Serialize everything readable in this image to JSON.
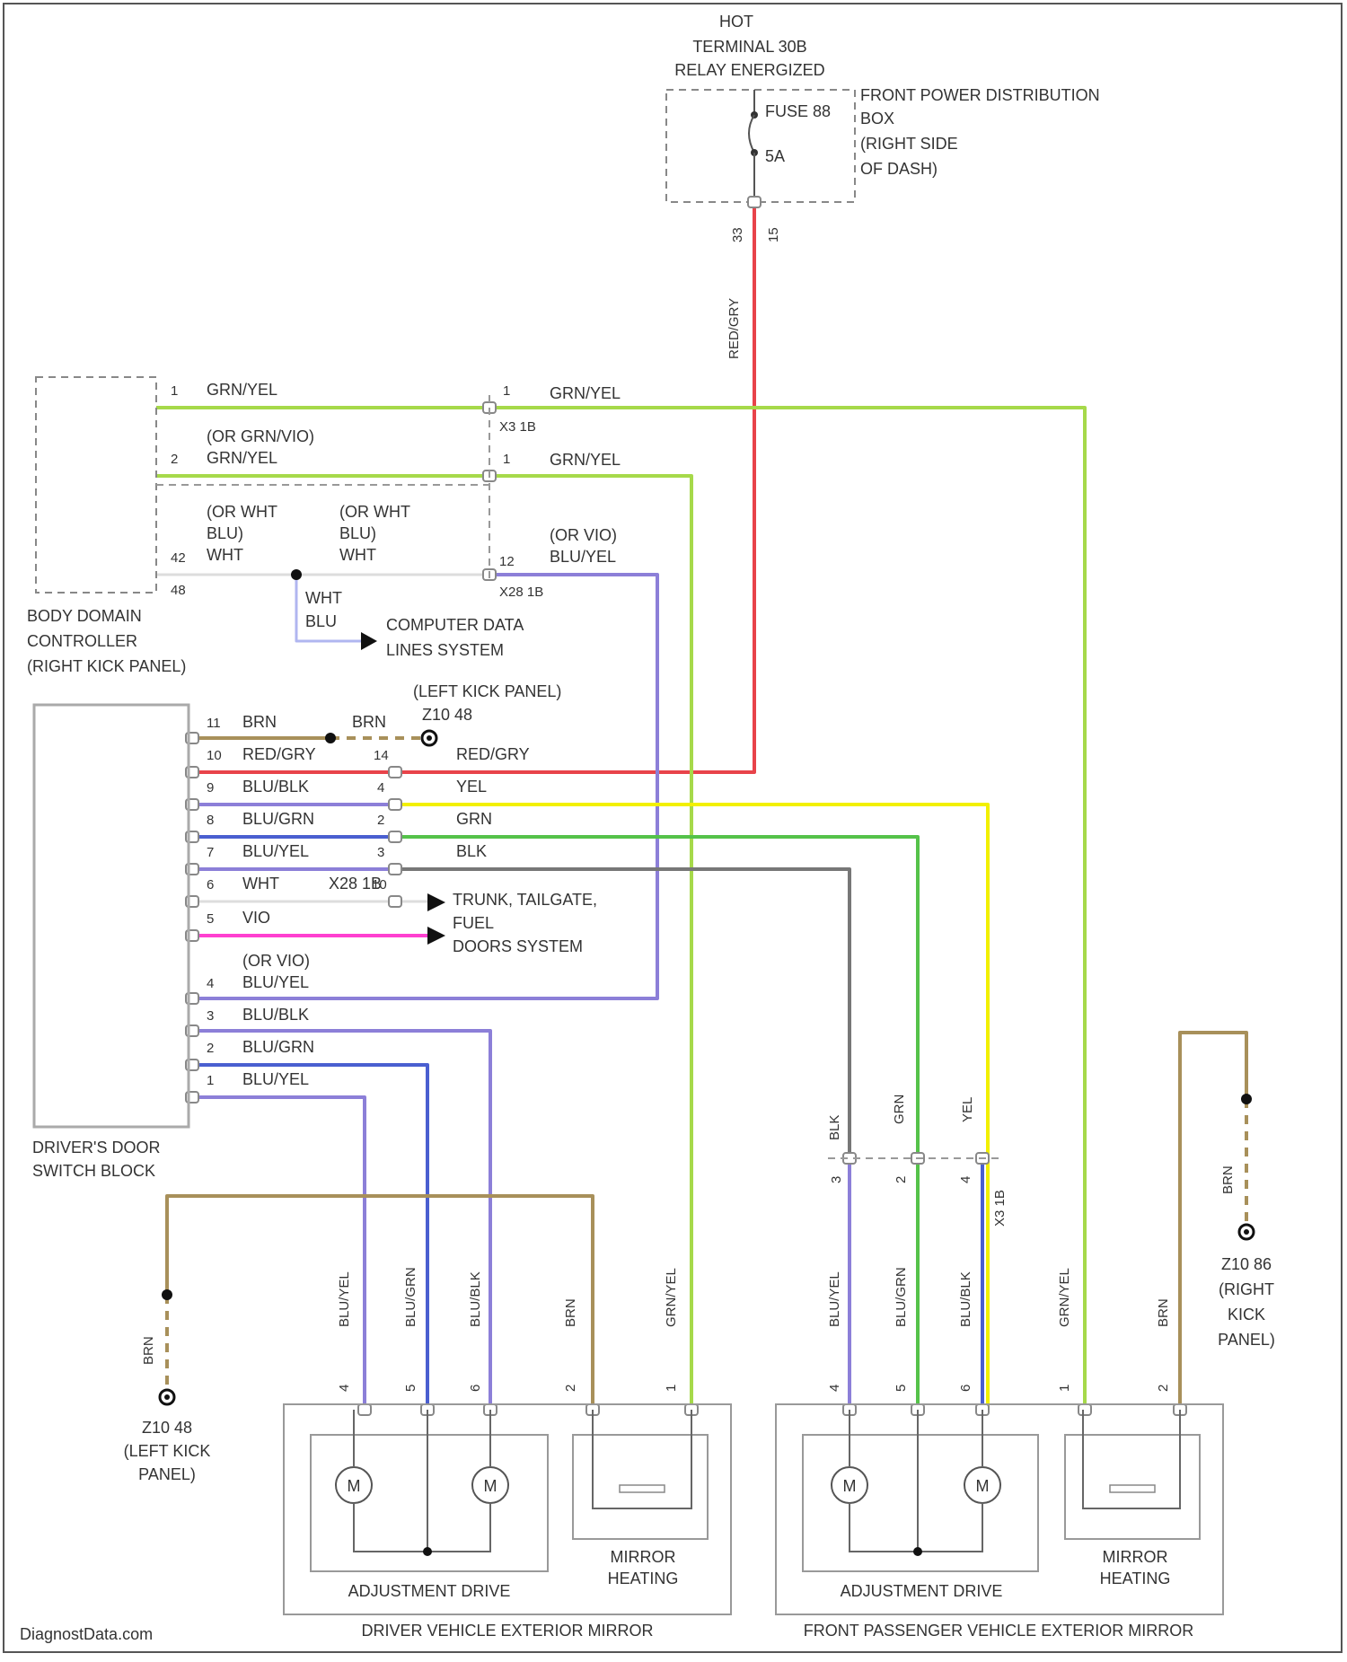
{
  "colors": {
    "red": "#e8434a",
    "gryel": "#a6d94a",
    "violet": "#8c7fd8",
    "blue": "#4a5fd0",
    "yellow": "#f2f000",
    "grn": "#55c24a",
    "gray": "#777777",
    "pink": "#ff40d0",
    "brown": "#a8905a",
    "whtblu": "#b0b6f0"
  },
  "power": {
    "hot": "HOT",
    "terminal": "TERMINAL 30B",
    "relay": "RELAY ENERGIZED",
    "fuse": "FUSE 88",
    "fuse_amp": "5A",
    "box_l1": "FRONT POWER DISTRIBUTION",
    "box_l2": "BOX",
    "box_l3": "(RIGHT SIDE",
    "box_l4": "OF DASH)",
    "pin_a": "33",
    "pin_b": "15",
    "wire_down": "RED/GRY"
  },
  "bdc": {
    "l1": "BODY DOMAIN",
    "l2": "CONTROLLER",
    "l3": "(RIGHT KICK PANEL)",
    "pins": {
      "p1": "1",
      "p2": "2",
      "p42": "42",
      "p48": "48"
    },
    "w1": "GRN/YEL",
    "w2a": "(OR GRN/VIO)",
    "w2b": "GRN/YEL",
    "w42a": "(OR WHT",
    "w42b": "BLU)",
    "w42c": "WHT",
    "w42d": "(OR WHT",
    "w42e": "BLU)",
    "w42f": "WHT",
    "c1_pin": "1",
    "c1": "X3 1B",
    "c1_wire": "GRN/YEL",
    "c2_pin": "1",
    "c2_wire": "GRN/YEL",
    "c3_pin": "12",
    "c3": "X28 1B",
    "c3_wa": "(OR VIO)",
    "c3_wb": "BLU/YEL",
    "data_a": "WHT",
    "data_b": "BLU",
    "data_l1": "COMPUTER DATA",
    "data_l2": "LINES SYSTEM"
  },
  "dsb": {
    "l1": "DRIVER'S DOOR",
    "l2": "SWITCH BLOCK",
    "rows": [
      {
        "pin": "11",
        "wire": "BRN"
      },
      {
        "pin": "10",
        "wire": "RED/GRY"
      },
      {
        "pin": "9",
        "wire": "BLU/BLK"
      },
      {
        "pin": "8",
        "wire": "BLU/GRN"
      },
      {
        "pin": "7",
        "wire": "BLU/YEL"
      },
      {
        "pin": "6",
        "wire": "WHT"
      },
      {
        "pin": "5",
        "wire": "VIO"
      },
      {
        "pin": "4",
        "wire": "BLU/YEL",
        "alt": "(OR VIO)"
      },
      {
        "pin": "3",
        "wire": "BLU/BLK"
      },
      {
        "pin": "2",
        "wire": "BLU/GRN"
      },
      {
        "pin": "1",
        "wire": "BLU/YEL"
      }
    ],
    "brn2": "BRN",
    "ground_l1": "(LEFT KICK PANEL)",
    "ground_l2": "Z10 48",
    "conn_pins": [
      "14",
      "4",
      "2",
      "3",
      "10"
    ],
    "conn_wires": [
      "RED/GRY",
      "YEL",
      "GRN",
      "BLK"
    ],
    "conn_name": "X28 1B",
    "trunk_l1": "TRUNK, TAILGATE,",
    "trunk_l2": "FUEL",
    "trunk_l3": "DOORS SYSTEM"
  },
  "pass_conn": {
    "wires": [
      "BLK",
      "GRN",
      "YEL"
    ],
    "pins": [
      "3",
      "2",
      "4"
    ],
    "name": "X3 1B"
  },
  "driver_mirror": {
    "name": "DRIVER VEHICLE EXTERIOR MIRROR",
    "adj": "ADJUSTMENT DRIVE",
    "heat_l1": "MIRROR",
    "heat_l2": "HEATING",
    "pins": [
      "4",
      "5",
      "6",
      "2",
      "1"
    ],
    "wires": [
      "BLU/YEL",
      "BLU/GRN",
      "BLU/BLK",
      "BRN",
      "GRN/YEL"
    ],
    "motor": "M",
    "gnd_wire": "BRN",
    "gnd_l1": "Z10 48",
    "gnd_l2": "(LEFT KICK",
    "gnd_l3": "PANEL)"
  },
  "pass_mirror": {
    "name": "FRONT PASSENGER VEHICLE EXTERIOR MIRROR",
    "adj": "ADJUSTMENT DRIVE",
    "heat_l1": "MIRROR",
    "heat_l2": "HEATING",
    "pins": [
      "4",
      "5",
      "6",
      "1",
      "2"
    ],
    "wires": [
      "BLU/YEL",
      "BLU/GRN",
      "BLU/BLK",
      "GRN/YEL",
      "BRN"
    ],
    "motor": "M",
    "gnd_wire": "BRN",
    "gnd_l1": "Z10 86",
    "gnd_l2": "(RIGHT",
    "gnd_l3": "KICK",
    "gnd_l4": "PANEL)"
  },
  "footer": "DiagnostData.com"
}
